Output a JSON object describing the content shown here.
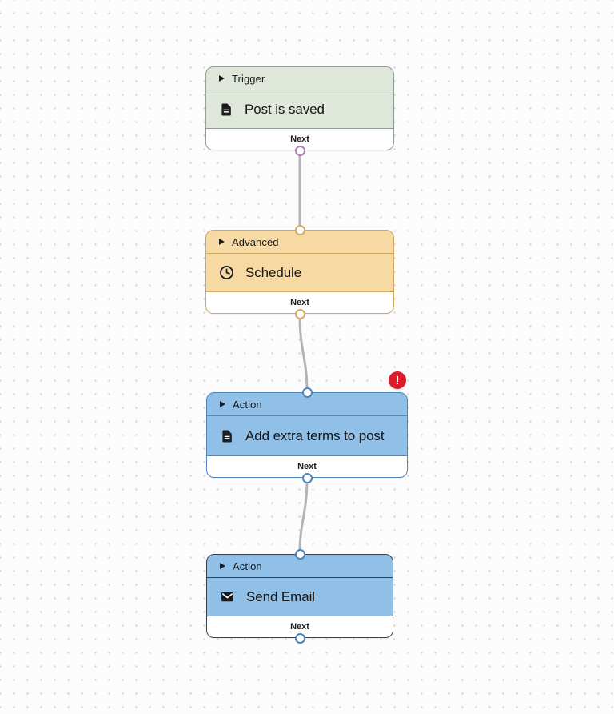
{
  "canvas": {
    "background_color": "#fcfcfc",
    "dot_color": "#d7d7d7",
    "edge_color": "#b3b3b9"
  },
  "nodes": [
    {
      "category": "Trigger",
      "title": "Post is saved",
      "icon": "document-icon",
      "footer_label": "Next",
      "has_error": false,
      "selected": false,
      "colors": {
        "bg": "#dfe7db",
        "border": "#8f9c90",
        "port": "#b57cb4"
      }
    },
    {
      "category": "Advanced",
      "title": "Schedule",
      "icon": "clock-icon",
      "footer_label": "Next",
      "has_error": false,
      "selected": false,
      "colors": {
        "bg": "#f6d9a3",
        "border": "#cfa95f",
        "port": "#d2ab66"
      }
    },
    {
      "category": "Action",
      "title": "Add extra terms to post",
      "icon": "document-icon",
      "footer_label": "Next",
      "has_error": true,
      "selected": false,
      "colors": {
        "bg": "#90bfe7",
        "border": "#4c86bf",
        "port": "#4c86bf"
      }
    },
    {
      "category": "Action",
      "title": "Send Email",
      "icon": "email-icon",
      "footer_label": "Next",
      "has_error": false,
      "selected": true,
      "colors": {
        "bg": "#90bfe7",
        "border": "#3a4046",
        "port": "#4c86bf"
      }
    }
  ],
  "error_badge": {
    "glyph": "!",
    "color": "#df1b2b"
  }
}
